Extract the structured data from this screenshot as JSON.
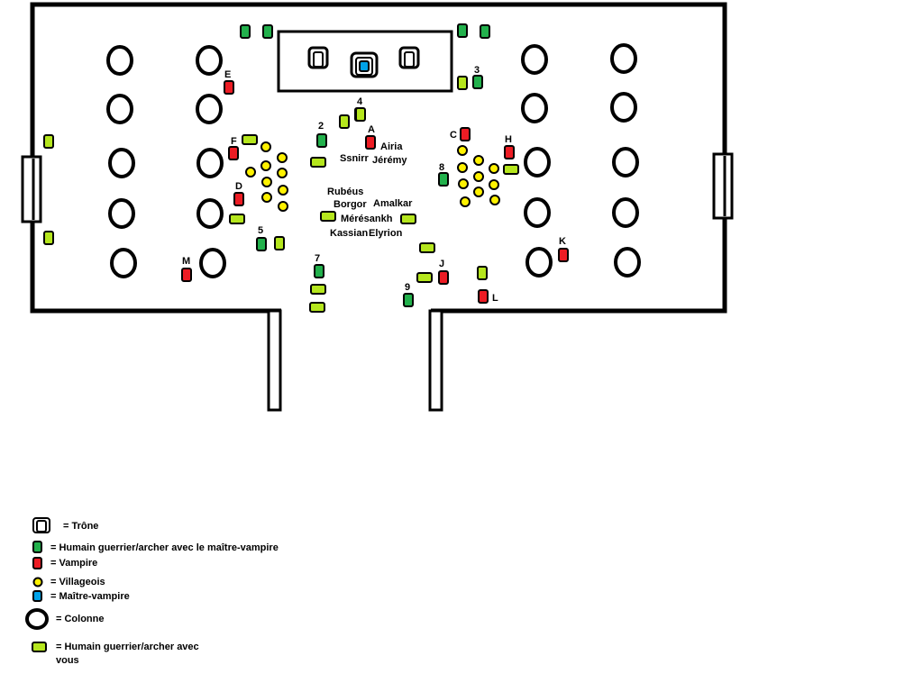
{
  "legend": {
    "throne": "= Trône",
    "master_humans": "= Humain guerrier/archer avec le maître-vampire",
    "vampire": "= Vampire",
    "villager": "= Villageois",
    "master_vampire": "= Maître-vampire",
    "column": "= Colonne",
    "ally_humans_line1": "= Humain guerrier/archer avec",
    "ally_humans_line2": "vous"
  },
  "names": {
    "airia": "Airia",
    "ssnirr": "Ssnirr",
    "jeremy": "Jérémy",
    "rubeus": "Rubéus",
    "borgor": "Borgor",
    "amalkar": "Amalkar",
    "meresankh": "Mérésankh",
    "kassian": "Kassian",
    "elyrion": "Elyrion"
  },
  "labels": {
    "E": "E",
    "F": "F",
    "D": "D",
    "M": "M",
    "A": "A",
    "C": "C",
    "H": "H",
    "K": "K",
    "J": "J",
    "L": "L",
    "n2": "2",
    "n3": "3",
    "n4": "4",
    "n5": "5",
    "n7": "7",
    "n8": "8",
    "n9": "9"
  },
  "colors": {
    "wall": "#000000",
    "master_humans": "#22b14c",
    "ally_humans": "#b5e61d",
    "vampire": "#ed1c24",
    "villager": "#fff200",
    "master_vampire": "#00a2e8"
  }
}
